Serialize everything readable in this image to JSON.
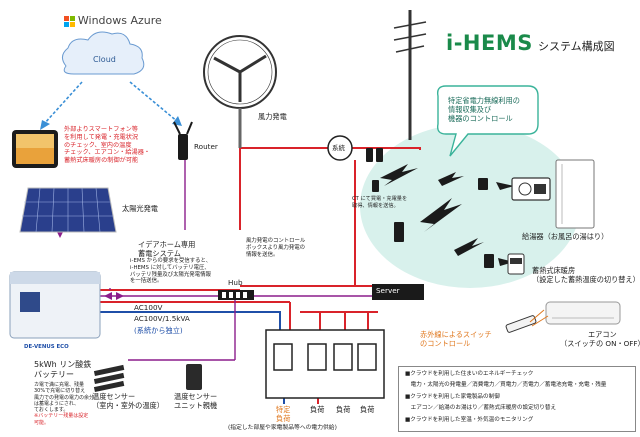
{
  "header": {
    "title_main": "i-HEMS",
    "title_sub": "システム構成図"
  },
  "cloud": {
    "provider": "Windows Azure",
    "label": "Cloud"
  },
  "notes": {
    "smartphone": [
      "外部よりスマートフォン等",
      "を利用して発電・充電状況",
      "のチェック、室内の温度",
      "チェック、エアコン・給湯器・",
      "蓄熱式床暖房の制御が可能"
    ],
    "wireless_control": [
      "特定省電力無線利用の",
      "情報収集及び",
      "機器のコントロール"
    ],
    "ct": [
      "CT にて買電・充電量を",
      "取得、情報を送信。"
    ],
    "wind_control": [
      "風力発電のコントロール",
      "ボックスより風力発電の",
      "情報を送信。"
    ],
    "home_system": [
      "i-EMS からの要求を受信すると、",
      "i-HEMS に対してバッテリ電圧、",
      "バッテリ残量及び太陽光発電情報",
      "を一括送信。"
    ],
    "battery_spec": [
      "カ電で満に充電、残量",
      "30%で充電に切り替え",
      "風力での発電の電力の余分",
      "は蓄電ようにされ、",
      "ておくします。"
    ],
    "battery_warning": "※バッテリー残量は設定",
    "battery_warning2": "可能。"
  },
  "labels": {
    "router": "Router",
    "wind_power": "風力発電",
    "system_meter": "系統",
    "solar": "太陽光発電",
    "home_storage_line1": "イデアホーム専用",
    "home_storage_line2": "蓄電システム",
    "hub": "Hub",
    "server": "Server",
    "ac100v": "AC100V",
    "ac100v_kva": "AC100V/1.5kVA",
    "independent": "(系統から独立)",
    "battery_brand": "DE-VENUS ECO",
    "battery_line1": "5kWh リン酸鉄",
    "battery_line2": "バッテリー",
    "temp_sensor": [
      "温度センサー",
      "（室内・室外の温度）"
    ],
    "temp_unit": [
      "温度センサー",
      "ユニット親機"
    ],
    "specific_load": [
      "特定",
      "負荷"
    ],
    "specific_load_note": "(指定した部屋や家電製品等への電力供給)",
    "load": "負荷",
    "water_heater": "給湯器（お風呂の湯はり）",
    "floor_heating": [
      "蓄熱式床暖房",
      "（設定した蓄熱温度の切り替え）"
    ],
    "ir_switch": [
      "赤外線によるスイッチ",
      "のコントロール"
    ],
    "aircon": [
      "エアコン",
      "（スイッチの ON・OFF）"
    ]
  },
  "legend": {
    "items": [
      "■クラウドを利用した住まいのエネルギーチェック",
      "　電力・太陽光の発電量／消費電力／買電力／売電力／蓄電池充電・充電・残量",
      "■クラウドを利用した家電製品の制御",
      "　エアコン／給湯のお湯はり／蓄熱式床暖房の設定切り替え",
      "■クラウドを利用した室温・外気温のモニタリング"
    ]
  },
  "colors": {
    "cloud_arrow": "#3a8fd6",
    "power_red": "#d9232a",
    "data_purple": "#8b1d8b",
    "wireless_bubble": "#d8f1ec",
    "dc_blue": "#1f4fa8",
    "title_accent": "#1a8a4a"
  }
}
